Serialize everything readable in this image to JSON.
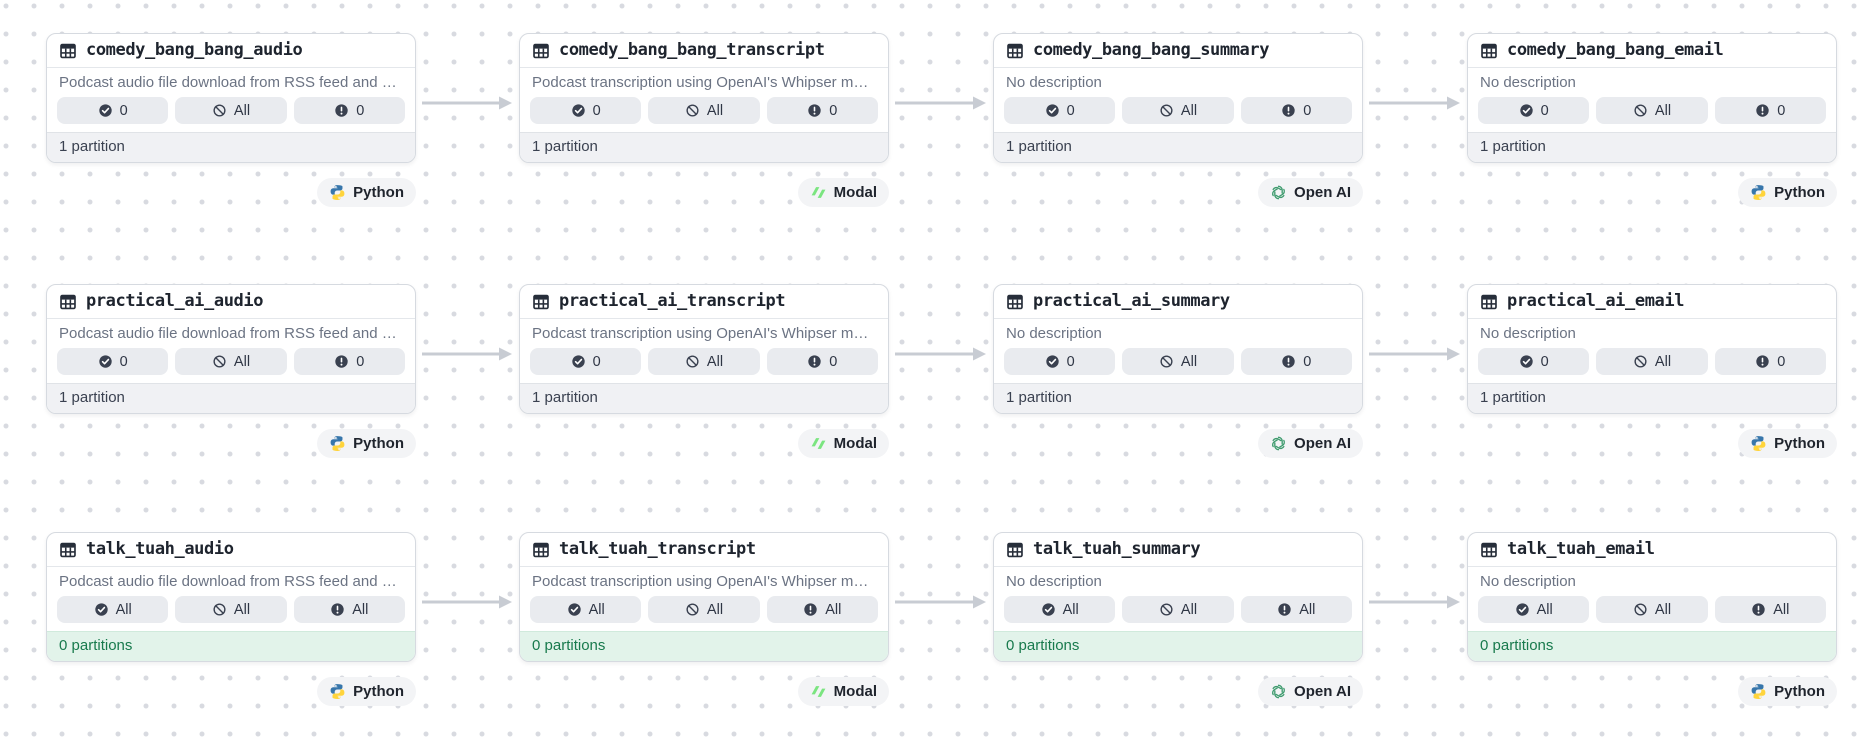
{
  "colors": {
    "python-blue": "#3776AB",
    "python-yellow": "#FFD43B",
    "modal-green": "#7BE580",
    "openai-green": "#3E9B6E",
    "partition-green-text": "#187A4D",
    "partition-green-bg": "#E2F3EA",
    "arrow-gray": "#C8CCD3",
    "dot-gray": "#D8DAE0"
  },
  "graph": {
    "rows": [
      {
        "nodes": [
          {
            "name": "comedy_bang_bang_audio",
            "description": "Podcast audio file download from RSS feed and …",
            "checks": [
              {
                "icon": "check-circle",
                "value": "0"
              },
              {
                "icon": "slash-circle",
                "value": "All"
              },
              {
                "icon": "alert-circle",
                "value": "0"
              }
            ],
            "partitions": "1 partition",
            "partitions_state": "default",
            "tag": {
              "icon": "python",
              "label": "Python"
            }
          },
          {
            "name": "comedy_bang_bang_transcript",
            "description": "Podcast transcription using OpenAI's Whipser mo…",
            "checks": [
              {
                "icon": "check-circle",
                "value": "0"
              },
              {
                "icon": "slash-circle",
                "value": "All"
              },
              {
                "icon": "alert-circle",
                "value": "0"
              }
            ],
            "partitions": "1 partition",
            "partitions_state": "default",
            "tag": {
              "icon": "modal",
              "label": "Modal"
            }
          },
          {
            "name": "comedy_bang_bang_summary",
            "description": "No description",
            "checks": [
              {
                "icon": "check-circle",
                "value": "0"
              },
              {
                "icon": "slash-circle",
                "value": "All"
              },
              {
                "icon": "alert-circle",
                "value": "0"
              }
            ],
            "partitions": "1 partition",
            "partitions_state": "default",
            "tag": {
              "icon": "openai",
              "label": "Open AI"
            }
          },
          {
            "name": "comedy_bang_bang_email",
            "description": "No description",
            "checks": [
              {
                "icon": "check-circle",
                "value": "0"
              },
              {
                "icon": "slash-circle",
                "value": "All"
              },
              {
                "icon": "alert-circle",
                "value": "0"
              }
            ],
            "partitions": "1 partition",
            "partitions_state": "default",
            "tag": {
              "icon": "python",
              "label": "Python"
            }
          }
        ]
      },
      {
        "nodes": [
          {
            "name": "practical_ai_audio",
            "description": "Podcast audio file download from RSS feed and …",
            "checks": [
              {
                "icon": "check-circle",
                "value": "0"
              },
              {
                "icon": "slash-circle",
                "value": "All"
              },
              {
                "icon": "alert-circle",
                "value": "0"
              }
            ],
            "partitions": "1 partition",
            "partitions_state": "default",
            "tag": {
              "icon": "python",
              "label": "Python"
            }
          },
          {
            "name": "practical_ai_transcript",
            "description": "Podcast transcription using OpenAI's Whipser mo…",
            "checks": [
              {
                "icon": "check-circle",
                "value": "0"
              },
              {
                "icon": "slash-circle",
                "value": "All"
              },
              {
                "icon": "alert-circle",
                "value": "0"
              }
            ],
            "partitions": "1 partition",
            "partitions_state": "default",
            "tag": {
              "icon": "modal",
              "label": "Modal"
            }
          },
          {
            "name": "practical_ai_summary",
            "description": "No description",
            "checks": [
              {
                "icon": "check-circle",
                "value": "0"
              },
              {
                "icon": "slash-circle",
                "value": "All"
              },
              {
                "icon": "alert-circle",
                "value": "0"
              }
            ],
            "partitions": "1 partition",
            "partitions_state": "default",
            "tag": {
              "icon": "openai",
              "label": "Open AI"
            }
          },
          {
            "name": "practical_ai_email",
            "description": "No description",
            "checks": [
              {
                "icon": "check-circle",
                "value": "0"
              },
              {
                "icon": "slash-circle",
                "value": "All"
              },
              {
                "icon": "alert-circle",
                "value": "0"
              }
            ],
            "partitions": "1 partition",
            "partitions_state": "default",
            "tag": {
              "icon": "python",
              "label": "Python"
            }
          }
        ]
      },
      {
        "nodes": [
          {
            "name": "talk_tuah_audio",
            "description": "Podcast audio file download from RSS feed and …",
            "checks": [
              {
                "icon": "check-circle",
                "value": "All"
              },
              {
                "icon": "slash-circle",
                "value": "All"
              },
              {
                "icon": "alert-circle",
                "value": "All"
              }
            ],
            "partitions": "0 partitions",
            "partitions_state": "empty",
            "tag": {
              "icon": "python",
              "label": "Python"
            }
          },
          {
            "name": "talk_tuah_transcript",
            "description": "Podcast transcription using OpenAI's Whipser mo…",
            "checks": [
              {
                "icon": "check-circle",
                "value": "All"
              },
              {
                "icon": "slash-circle",
                "value": "All"
              },
              {
                "icon": "alert-circle",
                "value": "All"
              }
            ],
            "partitions": "0 partitions",
            "partitions_state": "empty",
            "tag": {
              "icon": "modal",
              "label": "Modal"
            }
          },
          {
            "name": "talk_tuah_summary",
            "description": "No description",
            "checks": [
              {
                "icon": "check-circle",
                "value": "All"
              },
              {
                "icon": "slash-circle",
                "value": "All"
              },
              {
                "icon": "alert-circle",
                "value": "All"
              }
            ],
            "partitions": "0 partitions",
            "partitions_state": "empty",
            "tag": {
              "icon": "openai",
              "label": "Open AI"
            }
          },
          {
            "name": "talk_tuah_email",
            "description": "No description",
            "checks": [
              {
                "icon": "check-circle",
                "value": "All"
              },
              {
                "icon": "slash-circle",
                "value": "All"
              },
              {
                "icon": "alert-circle",
                "value": "All"
              }
            ],
            "partitions": "0 partitions",
            "partitions_state": "empty",
            "tag": {
              "icon": "python",
              "label": "Python"
            }
          }
        ]
      }
    ]
  }
}
